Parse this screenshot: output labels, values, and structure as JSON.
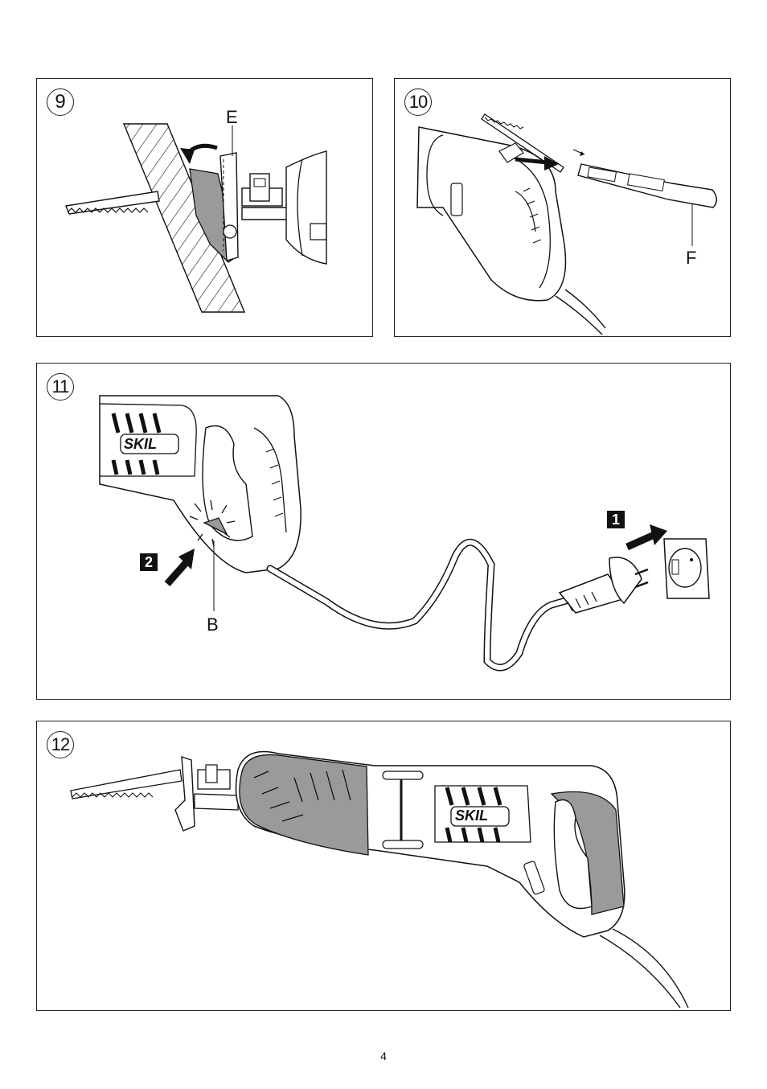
{
  "figures": [
    {
      "number": "9",
      "callouts": [
        "E"
      ]
    },
    {
      "number": "10",
      "callouts": [
        "F"
      ]
    },
    {
      "number": "11",
      "callouts": [
        "B"
      ],
      "steps": [
        "1",
        "2"
      ],
      "logo_text": "SKIL"
    },
    {
      "number": "12",
      "callouts": [],
      "logo_text": "SKIL"
    }
  ],
  "page_number": "4",
  "colors": {
    "line": "#111111",
    "shade": "#9a9a9a",
    "paper": "#ffffff"
  }
}
